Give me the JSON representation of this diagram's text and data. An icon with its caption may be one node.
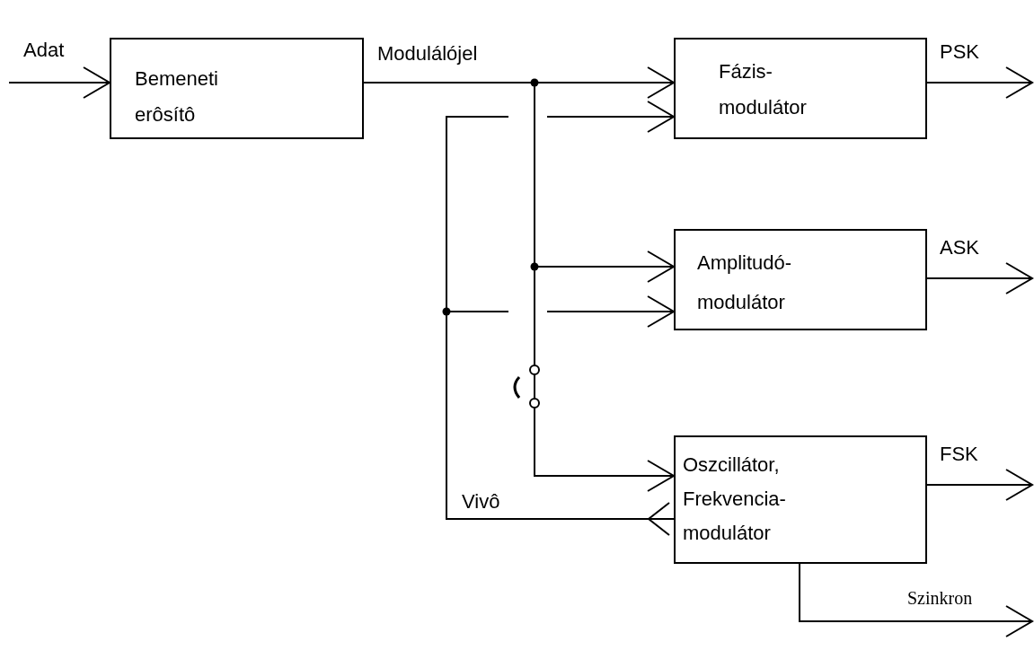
{
  "diagram": {
    "nodes": [
      {
        "text": [
          "Bemeneti erôsítô"
        ]
      },
      {
        "text": [
          "Fázis- modulátor"
        ]
      },
      {
        "text": [
          "Amplitudó- modulátor"
        ]
      },
      {
        "text": [
          "Oszcillátor, Frekvencia- modulátor"
        ]
      }
    ],
    "edges": [
      {
        "from": null,
        "to": 0,
        "arrow": "to",
        "label": "Adat"
      },
      {
        "from": 0,
        "to": 1,
        "arrow": "to",
        "label": "Modulálójel"
      },
      {
        "from": 0,
        "to": 2,
        "arrow": "to"
      },
      {
        "from": 0,
        "to": 3,
        "arrow": "to"
      },
      {
        "from": 3,
        "to": 1,
        "arrow": "to",
        "label": "Vivô"
      },
      {
        "from": 3,
        "to": 2,
        "arrow": "to"
      },
      {
        "from": 1,
        "to": null,
        "arrow": "to",
        "label": "PSK"
      },
      {
        "from": 2,
        "to": null,
        "arrow": "to",
        "label": "ASK"
      },
      {
        "from": 3,
        "to": null,
        "arrow": "to",
        "label": "FSK"
      },
      {
        "from": 3,
        "to": null,
        "arrow": "to",
        "label": "Szinkron"
      }
    ]
  }
}
